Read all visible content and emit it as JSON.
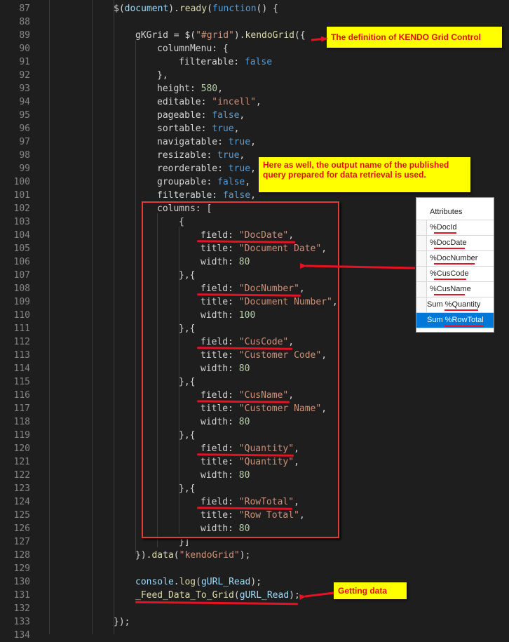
{
  "editor": {
    "line_numbers": [
      "87",
      "88",
      "89",
      "90",
      "91",
      "92",
      "93",
      "94",
      "95",
      "96",
      "97",
      "98",
      "99",
      "100",
      "101",
      "102",
      "103",
      "104",
      "105",
      "106",
      "107",
      "108",
      "109",
      "110",
      "111",
      "112",
      "113",
      "114",
      "115",
      "116",
      "117",
      "118",
      "119",
      "120",
      "121",
      "122",
      "123",
      "124",
      "125",
      "126",
      "127",
      "128",
      "129",
      "130",
      "131",
      "132",
      "133",
      "134"
    ],
    "lines": [
      "$(document).ready(function() {",
      "",
      "gKGrid = $(\"#grid\").kendoGrid({",
      "columnMenu: {",
      "filterable: false",
      "},",
      "height: 580,",
      "editable: \"incell\",",
      "pageable: false,",
      "sortable: true,",
      "navigatable: true,",
      "resizable: true,",
      "reorderable: true,",
      "groupable: false,",
      "filterable: false,",
      "columns: [",
      "{",
      "field: \"DocDate\",",
      "title: \"Document Date\",",
      "width: 80",
      "},{",
      "field: \"DocNumber\",",
      "title: \"Document Number\",",
      "width: 100",
      "},{",
      "field: \"CusCode\",",
      "title: \"Customer Code\",",
      "width: 80",
      "},{",
      "field: \"CusName\",",
      "title: \"Customer Name\",",
      "width: 80",
      "},{",
      "field: \"Quantity\",",
      "title: \"Quantity\",",
      "width: 80",
      "},{",
      "field: \"RowTotal\",",
      "title: \"Row Total\",",
      "width: 80",
      "}]",
      "}).data(\"kendoGrid\");",
      "",
      "console.log(gURL_Read);",
      "_Feed_Data_To_Grid(gURL_Read);",
      "",
      "});",
      ""
    ]
  },
  "annotations": {
    "grid_definition": "The definition of KENDO Grid Control",
    "output_name": "Here as well, the output name of the published query prepared for data retrieval is used.",
    "getting_data": "Getting data"
  },
  "attributes_panel": {
    "header": "Attributes",
    "items": [
      {
        "prefix": "%",
        "name": "DocId",
        "selected": false
      },
      {
        "prefix": "%",
        "name": "DocDate",
        "selected": false
      },
      {
        "prefix": "%",
        "name": "DocNumber",
        "selected": false
      },
      {
        "prefix": "%",
        "name": "CusCode",
        "selected": false
      },
      {
        "prefix": "%",
        "name": "CusName",
        "selected": false
      },
      {
        "prefix": "Sum %",
        "name": "Quantity",
        "selected": false
      },
      {
        "prefix": "Sum %",
        "name": "RowTotal",
        "selected": true
      }
    ]
  },
  "colors": {
    "background": "#1e1e1e",
    "line_number": "#858585",
    "keyword": "#569cd6",
    "string": "#ce9178",
    "number": "#b5cea8",
    "function": "#dcdcaa",
    "variable": "#9cdcfe",
    "annotation_bg": "#ffff00",
    "annotation_text": "#e01010",
    "highlight_red": "#e81123",
    "selection_blue": "#0078d7"
  }
}
